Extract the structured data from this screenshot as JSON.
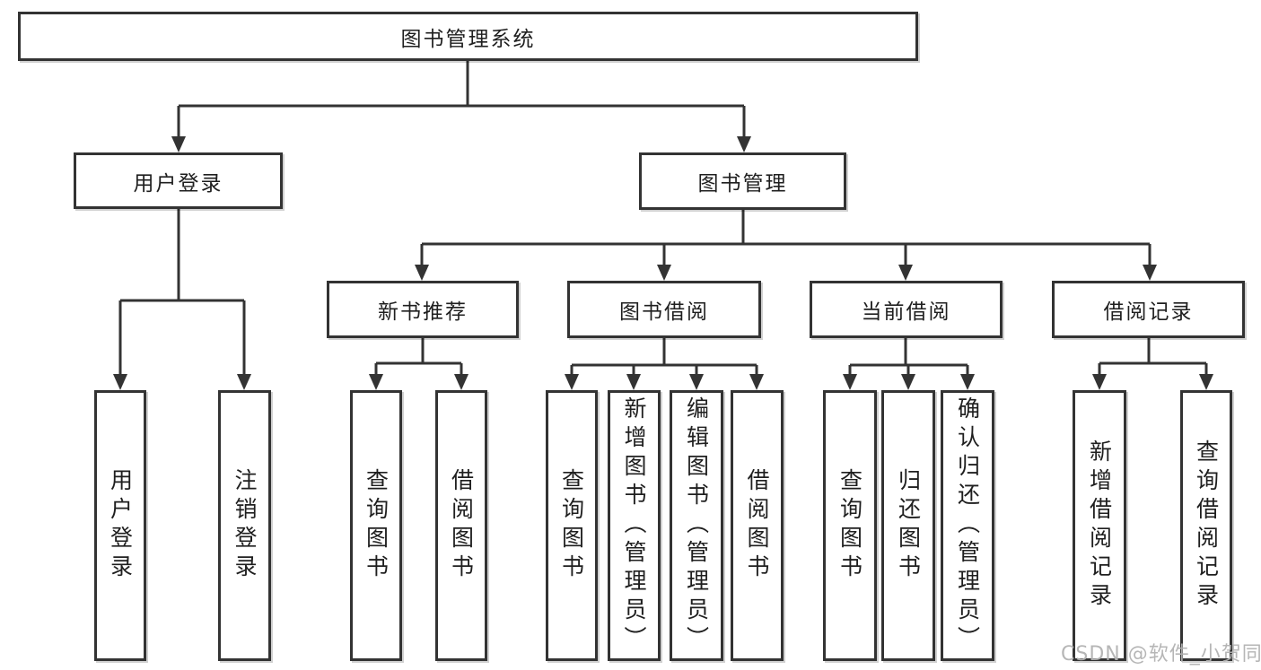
{
  "diagram": {
    "root": {
      "label": "图书管理系统"
    },
    "user_login": {
      "label": "用户登录",
      "children": [
        "用户登录",
        "注销登录"
      ]
    },
    "book_mgmt": {
      "label": "图书管理"
    },
    "new_books": {
      "label": "新书推荐",
      "children": [
        "查询图书",
        "借阅图书"
      ]
    },
    "book_borrow": {
      "label": "图书借阅",
      "children": [
        "查询图书",
        "新增图书（管理员）",
        "编辑图书（管理员）",
        "借阅图书"
      ]
    },
    "current_borrow": {
      "label": "当前借阅",
      "children": [
        "查询图书",
        "归还图书",
        "确认归还（管理员）"
      ]
    },
    "borrow_records": {
      "label": "借阅记录",
      "children": [
        "新增借阅记录",
        "查询借阅记录"
      ]
    }
  },
  "watermark": {
    "text": "CSDN @软件_小贺同学"
  },
  "colors": {
    "line": "#333333",
    "text": "#1f1f1f",
    "watermark": "#b3b3b3",
    "background": "#ffffff"
  }
}
